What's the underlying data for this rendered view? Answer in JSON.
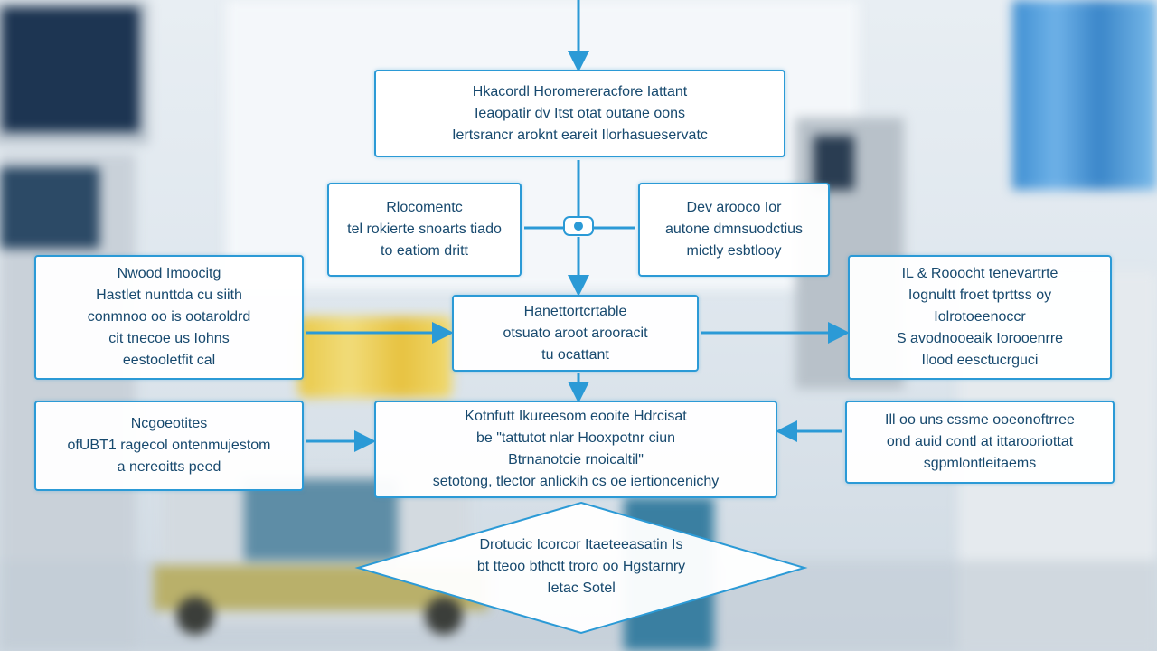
{
  "colors": {
    "accent": "#2b9ad6",
    "text": "#17496e",
    "box_fill": "#ffffff"
  },
  "nodes": {
    "top": [
      "Hkacordl Horomereracfore Iattant",
      "Ieaopatir dv Itst otat outane oons",
      "Iertsrancr aroknt eareit Ilorhasueservatc"
    ],
    "mid_left": [
      "Rlocomentc",
      "tel rokierte snoarts tiado",
      "to eatiom dritt"
    ],
    "mid_right": [
      "Dev arooco Ior",
      "autone dmnsuodctius",
      "mictly esbtlooy"
    ],
    "left_1": [
      "Nwood Imoocitg",
      "Hastlet nunttda cu siith",
      "conmnoo oo is ootaroldrd",
      "cit tnecoe us Iohns",
      "eestooletfit cal"
    ],
    "center": [
      "Hanettortcrtable",
      "otsuato aroot arooracit",
      "tu ocattant"
    ],
    "right_1": [
      "IL & Rooocht tenevartrte",
      "Iognultt froet tprttss oy",
      "Iolrotoeenoccr",
      "S avodnooeaik Iorooenrre",
      "Ilood eesctucrguci"
    ],
    "left_2": [
      "Ncgoeotites",
      "ofUBT1 ragecol ontenmujestom",
      "a nereoitts peed"
    ],
    "mid_2": [
      "Kotnfutt Ikureesom eooite Hdrcisat",
      "be \"tattutot nlar Hooxpotnr ciun",
      "Btrnanotcie rnoicaltil\"",
      "setotong, tlector anlickih cs oe iertioncenichy"
    ],
    "right_2": [
      "Ill oo uns cssme ooeonoftrree",
      "ond auid contl at ittarooriottat",
      "sgpmlontleitaems"
    ],
    "decision": [
      "Drotucic Icorcor Itaeteeasatin Is",
      "bt tteoo bthctt troro oo Hgstarnry",
      "Ietac Sotel"
    ]
  }
}
